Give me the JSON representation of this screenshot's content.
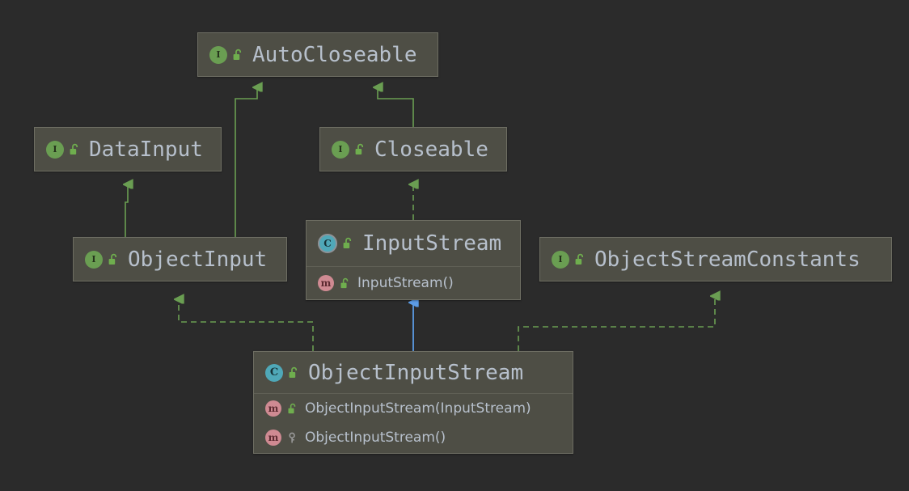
{
  "diagram": {
    "title": "UML class hierarchy diagram",
    "background_color": "#2b2b2b",
    "node_fill": "#4e4e45",
    "node_border": "#6e6e63",
    "text_color": "#b7c0cc",
    "edge_colors": {
      "realization_green": "#6a9e52",
      "inheritance_blue": "#5c9ce6"
    }
  },
  "nodes": [
    {
      "id": "autocloseable",
      "name": "AutoCloseable",
      "kind": "interface",
      "kind_icon": "interface-icon",
      "visibility": "public",
      "visibility_icon": "unlocked-padlock-icon",
      "members": []
    },
    {
      "id": "datainput",
      "name": "DataInput",
      "kind": "interface",
      "kind_icon": "interface-icon",
      "visibility": "public",
      "visibility_icon": "unlocked-padlock-icon",
      "members": []
    },
    {
      "id": "closeable",
      "name": "Closeable",
      "kind": "interface",
      "kind_icon": "interface-icon",
      "visibility": "public",
      "visibility_icon": "unlocked-padlock-icon",
      "members": []
    },
    {
      "id": "objectinput",
      "name": "ObjectInput",
      "kind": "interface",
      "kind_icon": "interface-icon",
      "visibility": "public",
      "visibility_icon": "unlocked-padlock-icon",
      "members": []
    },
    {
      "id": "inputstream",
      "name": "InputStream",
      "kind": "abstract-class",
      "kind_icon": "abstract-class-icon",
      "visibility": "public",
      "visibility_icon": "unlocked-padlock-icon",
      "members": [
        {
          "label": "InputStream()",
          "kind": "method",
          "kind_icon": "method-icon",
          "visibility": "public",
          "visibility_icon": "unlocked-padlock-icon"
        }
      ]
    },
    {
      "id": "objectstreamconstants",
      "name": "ObjectStreamConstants",
      "kind": "interface",
      "kind_icon": "interface-icon",
      "visibility": "public",
      "visibility_icon": "unlocked-padlock-icon",
      "members": []
    },
    {
      "id": "objectinputstream",
      "name": "ObjectInputStream",
      "kind": "class",
      "kind_icon": "class-icon",
      "visibility": "public",
      "visibility_icon": "unlocked-padlock-icon",
      "members": [
        {
          "label": "ObjectInputStream(InputStream)",
          "kind": "method",
          "kind_icon": "method-icon",
          "visibility": "public",
          "visibility_icon": "unlocked-padlock-icon"
        },
        {
          "label": "ObjectInputStream()",
          "kind": "method",
          "kind_icon": "method-icon",
          "visibility": "private",
          "visibility_icon": "key-icon"
        }
      ]
    }
  ],
  "edges": [
    {
      "from": "objectinput",
      "to": "autocloseable",
      "style": "solid",
      "color": "#6a9e52",
      "relation": "extends"
    },
    {
      "from": "closeable",
      "to": "autocloseable",
      "style": "solid",
      "color": "#6a9e52",
      "relation": "extends"
    },
    {
      "from": "objectinput",
      "to": "datainput",
      "style": "solid",
      "color": "#6a9e52",
      "relation": "extends"
    },
    {
      "from": "inputstream",
      "to": "closeable",
      "style": "dashed",
      "color": "#6a9e52",
      "relation": "implements"
    },
    {
      "from": "objectinputstream",
      "to": "objectinput",
      "style": "dashed",
      "color": "#6a9e52",
      "relation": "implements"
    },
    {
      "from": "objectinputstream",
      "to": "objectstreamconstants",
      "style": "dashed",
      "color": "#6a9e52",
      "relation": "implements"
    },
    {
      "from": "objectinputstream",
      "to": "inputstream",
      "style": "solid",
      "color": "#5c9ce6",
      "relation": "extends"
    }
  ],
  "glyphs": {
    "interface_letter": "I",
    "class_letter": "C",
    "method_letter": "m"
  }
}
